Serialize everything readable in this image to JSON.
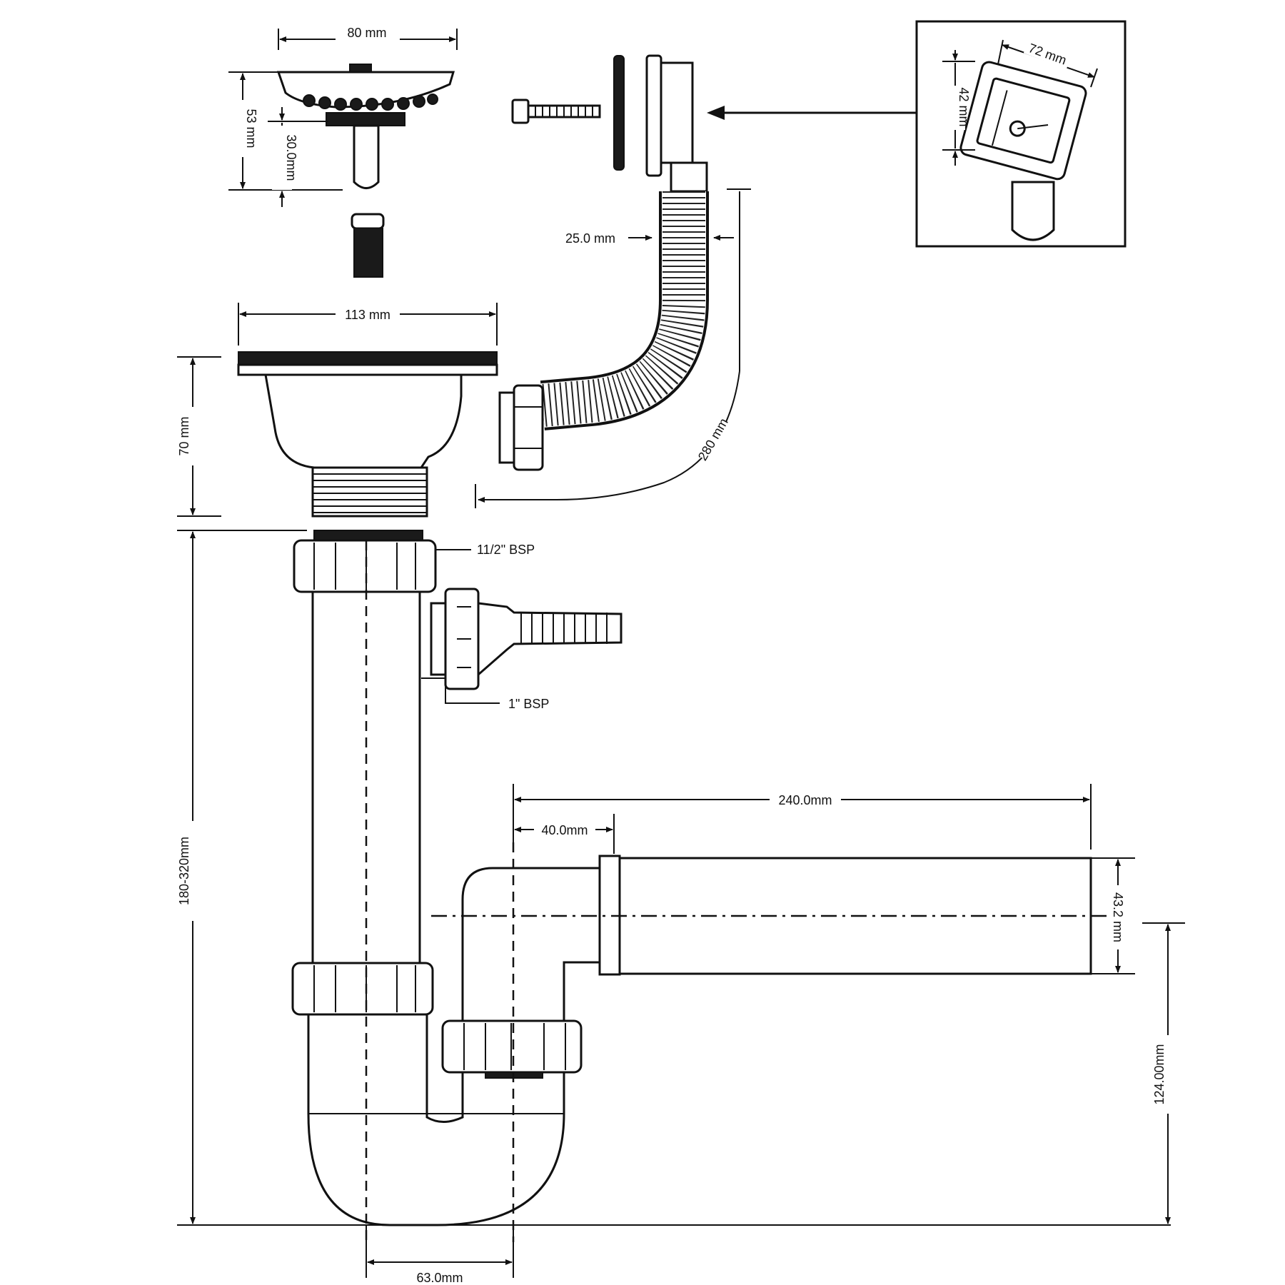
{
  "labels": {
    "strainer_width": "80 mm",
    "strainer_height": "53 mm",
    "strainer_stem": "30.0mm",
    "overflow_width": "72 mm",
    "overflow_height": "42 mm",
    "hose_diameter": "25.0 mm",
    "basket_width": "113 mm",
    "basket_height": "70 mm",
    "hose_length": "280 mm",
    "thread_top": "11/2\" BSP",
    "thread_side": "1\" BSP",
    "total_height": "180-320mm",
    "outlet_length": "240.0mm",
    "outlet_offset": "40.0mm",
    "outlet_diameter": "43.2 mm",
    "outlet_height": "124.00mm",
    "trap_width": "63.0mm"
  }
}
